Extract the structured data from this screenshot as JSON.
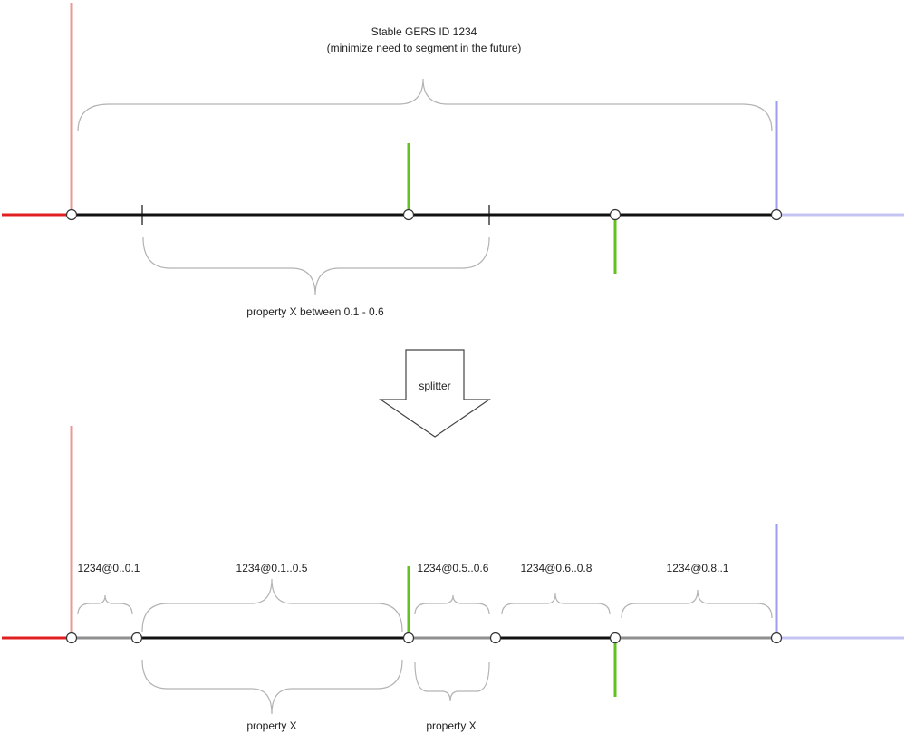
{
  "top": {
    "title_line1": "Stable GERS ID 1234",
    "title_line2": "(minimize need to segment in the future)",
    "property_label": "property X between 0.1 - 0.6"
  },
  "arrow": {
    "label": "splitter"
  },
  "bottom": {
    "segment_labels": [
      "1234@0..0.1",
      "1234@0.1..0.5",
      "1234@0.5..0.6",
      "1234@0.6..0.8",
      "1234@0.8..1"
    ],
    "property_labels": [
      "property X",
      "property X"
    ]
  },
  "colors": {
    "incoming_left": "#e02020",
    "connector_left": "#e89a9a",
    "connector_right": "#9c9cf0",
    "outgoing_right": "#c4c4f4",
    "cross_street": "#62c21e",
    "main_segment": "#111111",
    "split_segment": "#8f8f8f",
    "brace": "#b3b3b3"
  }
}
